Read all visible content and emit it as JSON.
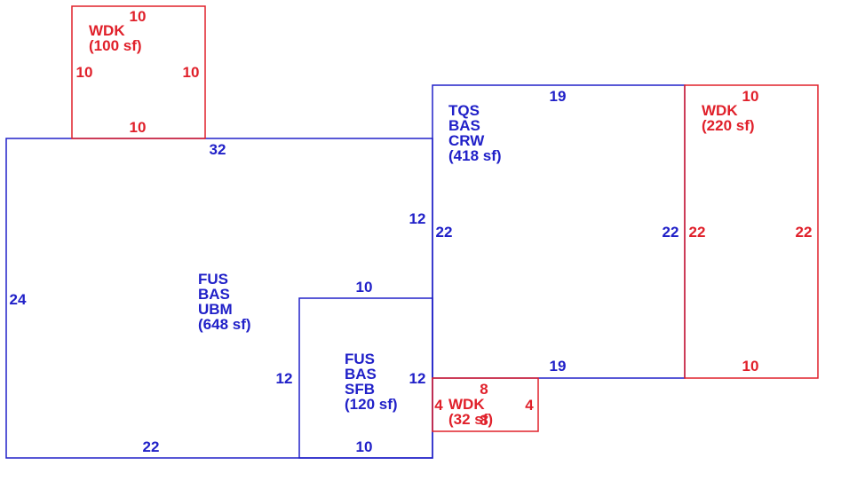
{
  "colors": {
    "main": "#2020c8",
    "deck": "#e0202a"
  },
  "areas": {
    "main": {
      "lines": [
        "FUS",
        "BAS",
        "UBM",
        "(648 sf)"
      ],
      "dims": {
        "top": "32",
        "left": "24",
        "bottom": "22",
        "right_upper": "12",
        "inner_left": "12"
      }
    },
    "sfb": {
      "lines": [
        "FUS",
        "BAS",
        "SFB",
        "(120 sf)"
      ],
      "dims": {
        "top": "10",
        "bottom": "10",
        "right": "12"
      }
    },
    "tqs": {
      "lines": [
        "TQS",
        "BAS",
        "CRW",
        "(418 sf)"
      ],
      "dims": {
        "top": "19",
        "bottom": "19",
        "left": "22",
        "right": "22"
      }
    },
    "wdk_top": {
      "lines": [
        "WDK",
        "(100 sf)"
      ],
      "dims": {
        "top": "10",
        "bottom": "10",
        "left": "10",
        "right": "10"
      }
    },
    "wdk_right": {
      "lines": [
        "WDK",
        "(220 sf)"
      ],
      "dims": {
        "top": "10",
        "bottom": "10",
        "left": "22",
        "right": "22"
      }
    },
    "wdk_small": {
      "lines": [
        "WDK",
        "(32 sf)"
      ],
      "dims": {
        "top": "8",
        "bottom": "8",
        "left": "4",
        "right": "4"
      }
    }
  }
}
